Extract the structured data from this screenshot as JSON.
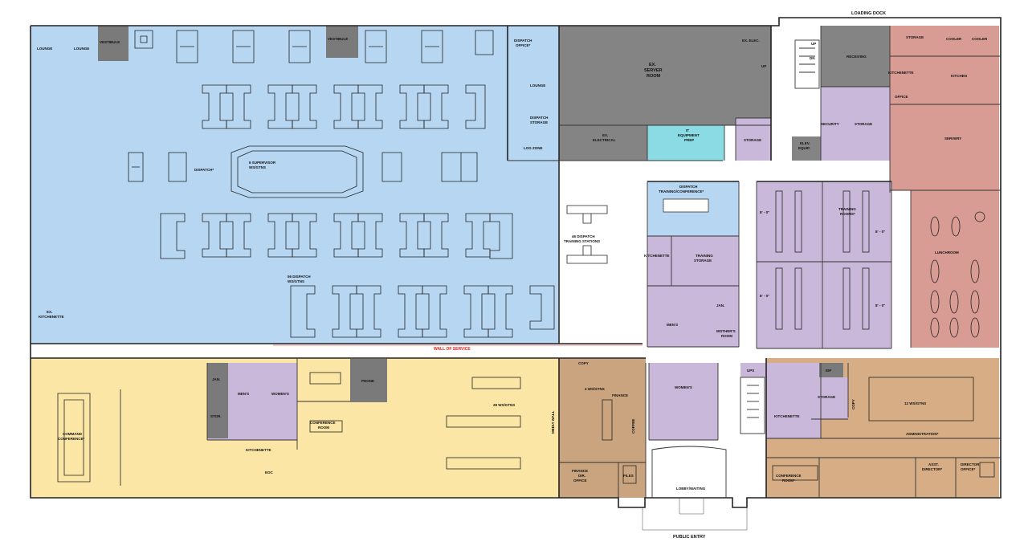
{
  "colors": {
    "dispatch": "#b7d6f2",
    "server": "#848484",
    "it": "#8adbe3",
    "training": "#c9b8d9",
    "kitchen": "#d99c94",
    "eoc": "#fbe6a6",
    "finance": "#c9a47f",
    "restroom": "#c9b8d9",
    "admin": "#d6ad84",
    "gray": "#7a7a7a",
    "wall_of_service": "#dd2222"
  },
  "labels": {
    "loading_dock": "LOADING DOCK",
    "public_entry": "PUBLIC ENTRY",
    "lounge_a": "LOUNGE",
    "lounge_b": "LOUNGE",
    "vestibule_a": "VESTIBULE",
    "vestibule_b": "VESTIBULE",
    "dispatch": "DISPATCH*",
    "supervisor": "6 SUPERVISOR",
    "supervisor_2": "WS/GTNS",
    "dispatch_56": "56 DISPATCH",
    "dispatch_56_2": "WS/GTNS",
    "training_stations": "46 DISPATCH",
    "training_stations_2": "TRAINING STATIONS",
    "dispatch_office": "DISPATCH",
    "dispatch_office_2": "OFFICE*",
    "lounge_c": "LOUNGE",
    "dispatch_storage": "DISPATCH",
    "dispatch_storage_2": "STORAGE",
    "zone": "LOG ZONE",
    "ex_kitchenette": "EX.",
    "ex_kitchenette_2": "KITCHENETTE",
    "wall_of_service": "WALL OF SERVICE",
    "server_room": "EX.",
    "server_room_2": "SERVER",
    "server_room_3": "ROOM",
    "ex_elec": "EX. ELEC.",
    "ex_electrical": "EX.",
    "ex_electrical_2": "ELECTRICAL",
    "it_prep": "IT",
    "it_prep_2": "EQUIPMENT",
    "it_prep_3": "PREP",
    "storage_a": "STORAGE",
    "receiving": "RECEIVING",
    "security": "SECURITY",
    "storage_b": "STORAGE",
    "elev_equip": "ELEV.",
    "elev_equip_2": "EQUIP.",
    "storage_c": "STORAGE",
    "cooler_a": "COOLER",
    "cooler_b": "COOLER",
    "kitchenette_top": "KITCHENETTE",
    "kitchen": "KITCHEN",
    "office_k": "OFFICE",
    "servery": "SERVERY",
    "lunchroom": "LUNCHROOM",
    "dispatch_training": "DISPATCH",
    "dispatch_training_2": "TRAINING/CONFERENCE*",
    "kitchenette_mid": "KITCHENETTE",
    "training_storage": "TRAINING",
    "training_storage_2": "STORAGE",
    "jan_a": "JAN.",
    "mens_a": "MEN'S",
    "mothers": "MOTHER'S",
    "mothers_2": "ROOM",
    "training_rooms": "TRAINING",
    "training_rooms_2": "ROOMS*",
    "dim_a": "8' - 0\"",
    "dim_b": "8' - 0\"",
    "dim_c": "8' - 0\"",
    "dim_d": "8' - 0\"",
    "command": "COMMAND",
    "command_2": "CONFERENCE*",
    "jan_b": "JAN.",
    "stor": "STOR.",
    "mens_b": "MEN'S",
    "womens_b": "WOMEN'S",
    "conference_room": "CONFERENCE",
    "conference_room_2": "ROOM",
    "kitchenette_eoc": "KITCHENETTE",
    "phone": "PHONE",
    "ws_28": "28 WS/GTNS",
    "eoc": "EOC",
    "media_wall": "MEDIA WALL",
    "copy_a": "COPY",
    "ws_4": "4 WS/GTNS",
    "finance": "FINANCE",
    "coffee": "COFFEE",
    "finance_dir": "FINANCE",
    "finance_dir_2": "DIR.",
    "finance_dir_3": "OFFICE",
    "files": "FILES",
    "womens_c": "WOMEN'S",
    "lobby": "LOBBY/WAITING",
    "ups": "UPS",
    "idf": "IDF",
    "kitchenette_admin": "KITCHENETTE",
    "storage_d": "STORAGE",
    "ws_12": "12 WS/GTNS",
    "copy_b": "COPY",
    "administration": "ADMINISTRATION*",
    "conference_admin": "CONFERENCE",
    "conference_admin_2": "ROOM*",
    "asst_director": "ASST.",
    "asst_director_2": "DIRECTOR*",
    "director": "DIRECTOR",
    "director_2": "OFFICE*",
    "up_a": "UP",
    "up_b": "UP",
    "dn": "DN"
  }
}
